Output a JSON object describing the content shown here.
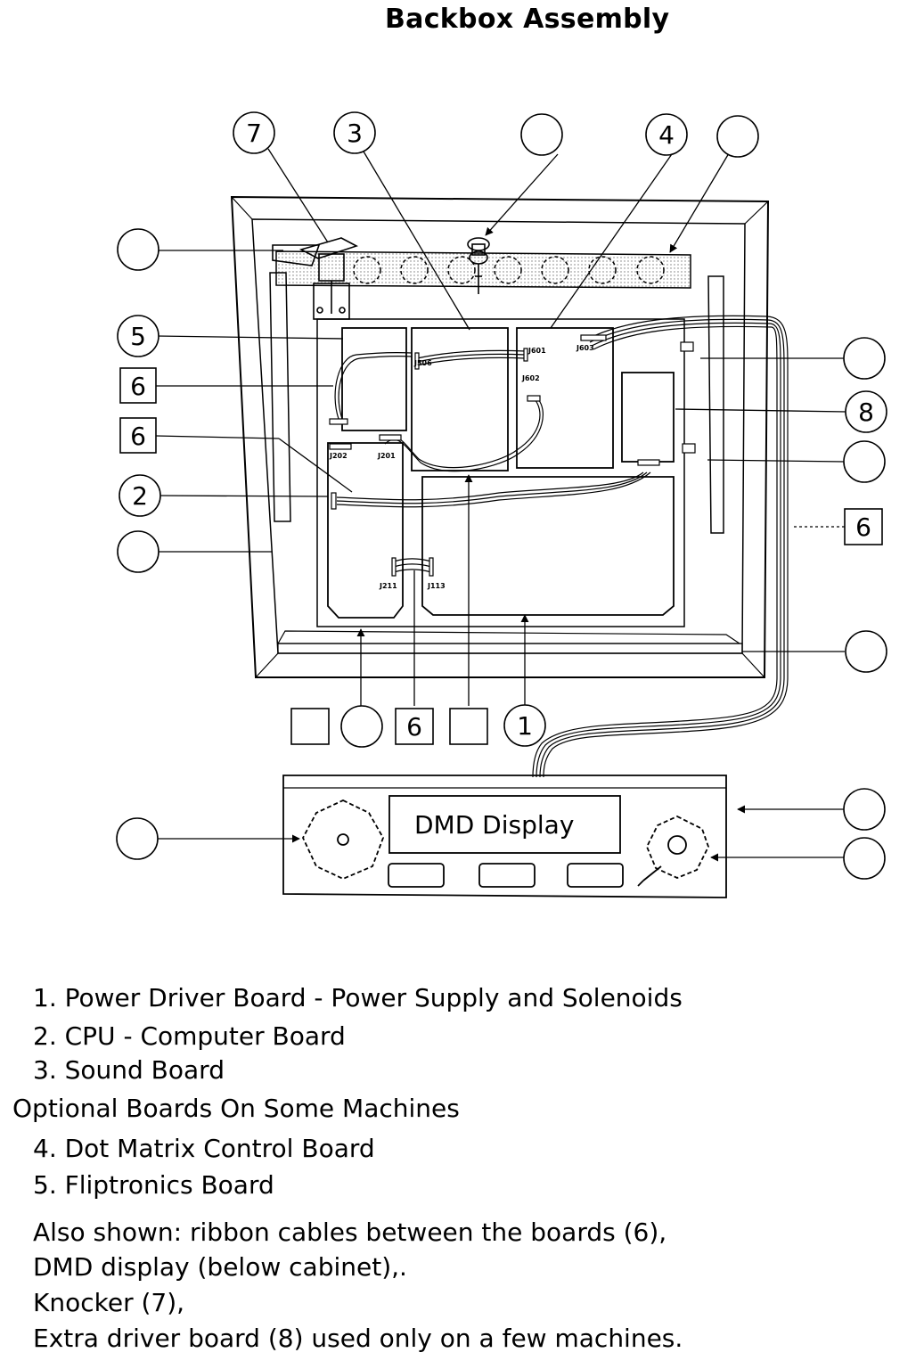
{
  "title": "Backbox Assembly",
  "callouts": {
    "c7": "7",
    "c3": "3",
    "c4": "4",
    "c5": "5",
    "c6a": "6",
    "c6b": "6",
    "c2": "2",
    "c8": "8",
    "c6c": "6",
    "c6d": "6",
    "c1": "1"
  },
  "connectors": {
    "j506": "J506",
    "j601": "J601",
    "j603": "J603",
    "j602": "J602",
    "j202": "J202",
    "j201": "J201",
    "j211": "J211",
    "j113": "J113"
  },
  "dmd_label": "DMD Display",
  "legend": {
    "item1": "1. Power Driver Board - Power Supply and Solenoids",
    "item2": "2. CPU - Computer Board",
    "item3": "3. Sound Board",
    "optional_heading": "Optional Boards On Some Machines",
    "item4": "4. Dot Matrix Control Board",
    "item5": "5. Fliptronics Board",
    "note1": "Also shown: ribbon cables between the boards (6),",
    "note2": "DMD display (below cabinet),.",
    "note3": "Knocker (7),",
    "note4": "Extra driver board (8) used only on a few machines."
  }
}
